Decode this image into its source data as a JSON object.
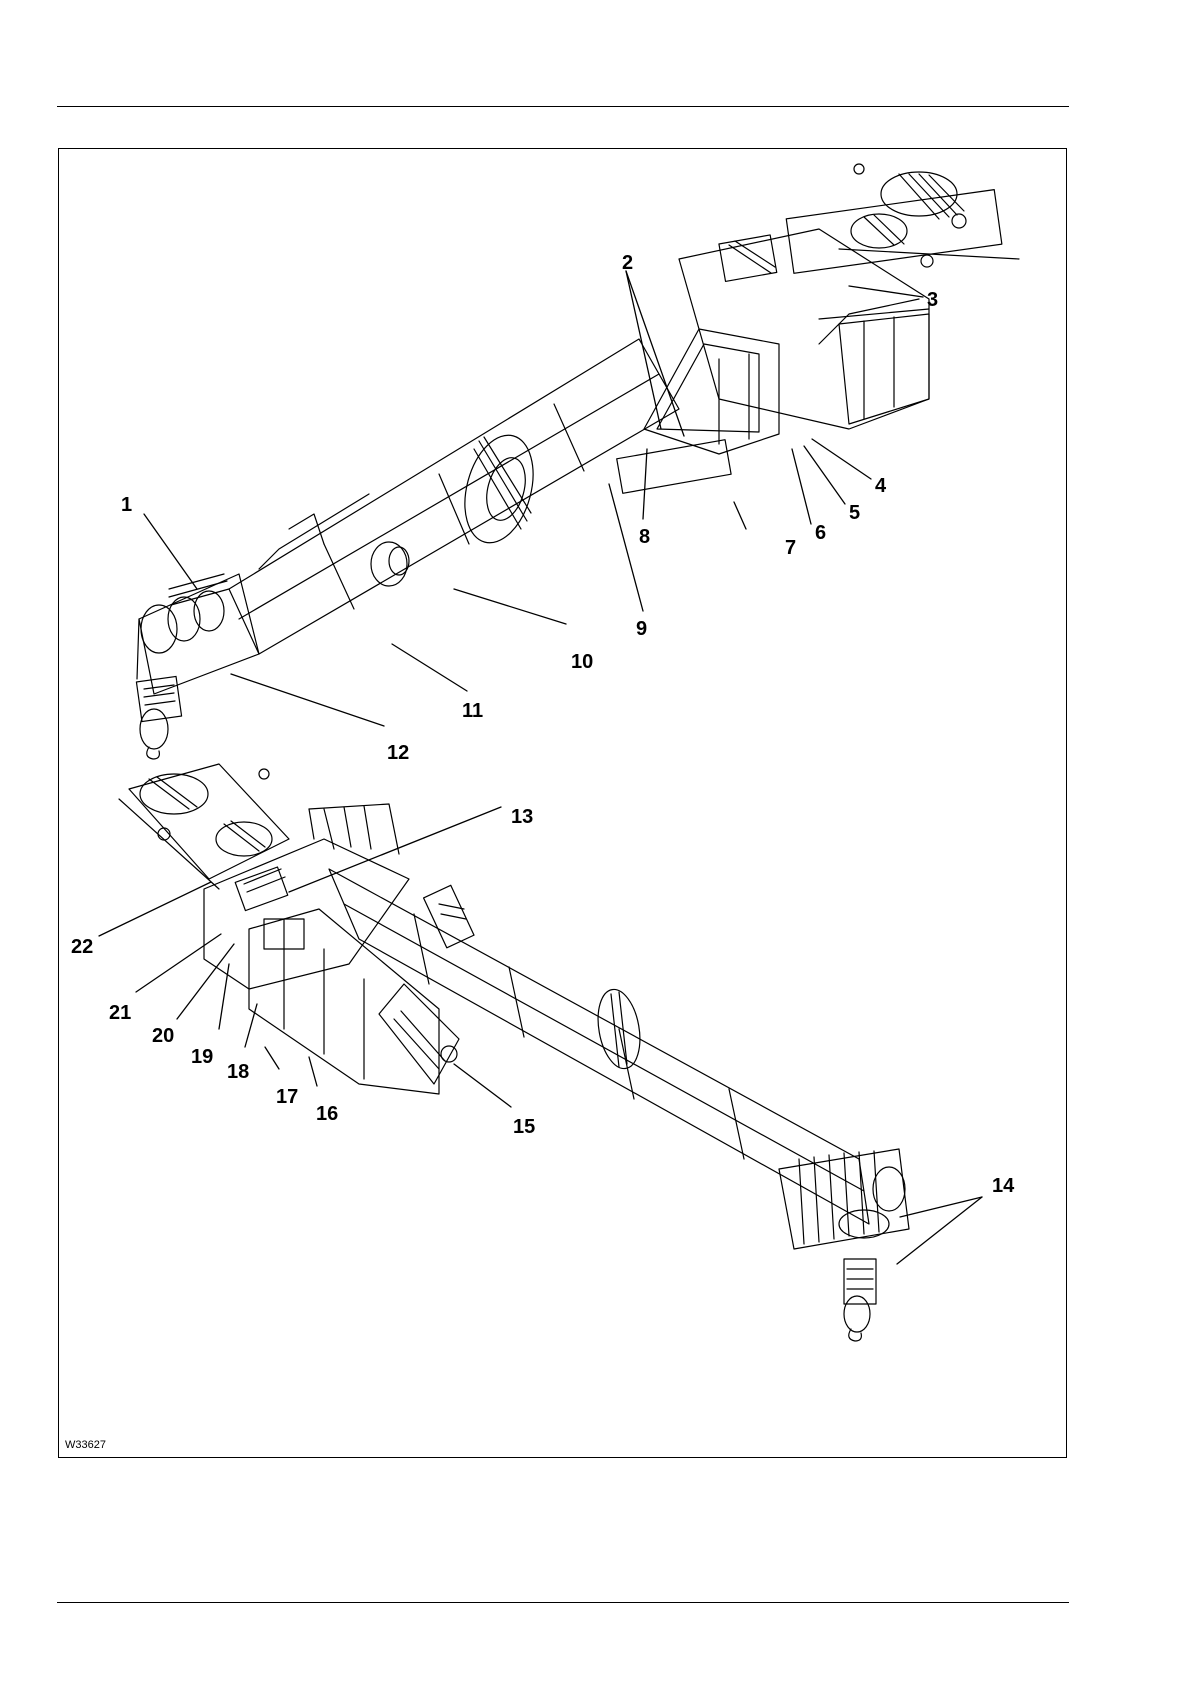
{
  "figure": {
    "id_label": "W33627",
    "callouts": [
      {
        "key": "c1",
        "label": "1"
      },
      {
        "key": "c2",
        "label": "2"
      },
      {
        "key": "c3",
        "label": "3"
      },
      {
        "key": "c4",
        "label": "4"
      },
      {
        "key": "c5",
        "label": "5"
      },
      {
        "key": "c6",
        "label": "6"
      },
      {
        "key": "c7",
        "label": "7"
      },
      {
        "key": "c8",
        "label": "8"
      },
      {
        "key": "c9",
        "label": "9"
      },
      {
        "key": "c10",
        "label": "10"
      },
      {
        "key": "c11",
        "label": "11"
      },
      {
        "key": "c12",
        "label": "12"
      },
      {
        "key": "c13",
        "label": "13"
      },
      {
        "key": "c14",
        "label": "14"
      },
      {
        "key": "c15",
        "label": "15"
      },
      {
        "key": "c16",
        "label": "16"
      },
      {
        "key": "c17",
        "label": "17"
      },
      {
        "key": "c18",
        "label": "18"
      },
      {
        "key": "c19",
        "label": "19"
      },
      {
        "key": "c20",
        "label": "20"
      },
      {
        "key": "c21",
        "label": "21"
      },
      {
        "key": "c22",
        "label": "22"
      }
    ]
  }
}
